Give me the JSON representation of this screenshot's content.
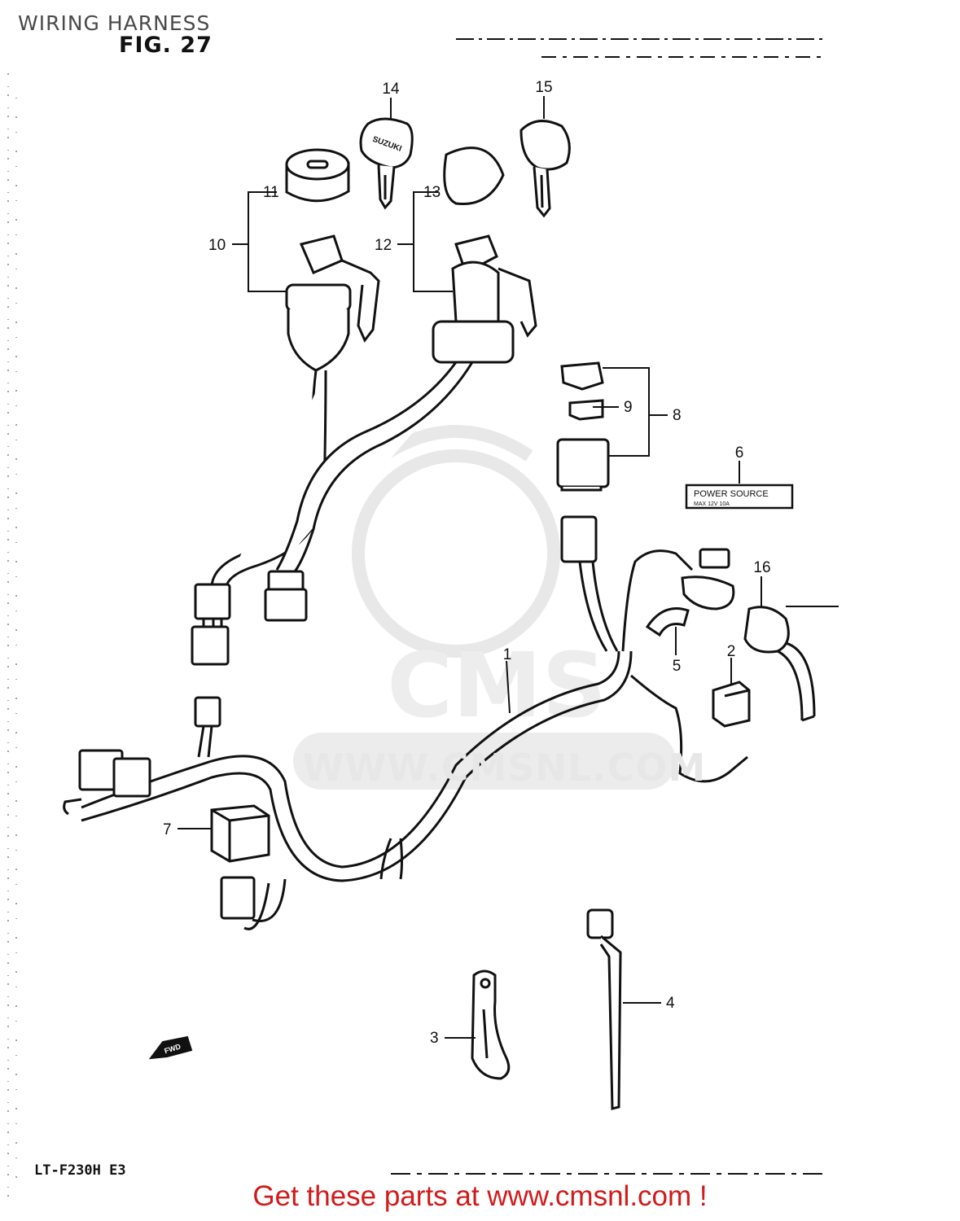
{
  "page": {
    "title": "WIRING HARNESS",
    "figure": "FIG. 27",
    "model_code": "LT-F230H  E3",
    "footer_link": "Get these parts at www.cmsnl.com !",
    "watermark_text": "WWW.CMSNL.COM",
    "watermark_logo": "CMS"
  },
  "parts": [
    {
      "ref": "1"
    },
    {
      "ref": "2"
    },
    {
      "ref": "3"
    },
    {
      "ref": "4"
    },
    {
      "ref": "5"
    },
    {
      "ref": "6"
    },
    {
      "ref": "7"
    },
    {
      "ref": "8"
    },
    {
      "ref": "9"
    },
    {
      "ref": "10"
    },
    {
      "ref": "11"
    },
    {
      "ref": "12"
    },
    {
      "ref": "13"
    },
    {
      "ref": "14"
    },
    {
      "ref": "15"
    },
    {
      "ref": "16"
    }
  ],
  "sticker": {
    "line1": "POWER  SOURCE",
    "line2": "MAX   12V  10A"
  },
  "key_brand": "SUZUKI",
  "direction_marker": "FWD",
  "colors": {
    "ink": "#111111",
    "link": "#d21a1a",
    "watermark": "#e8e8e8",
    "title_gray": "#4a4a4a"
  }
}
